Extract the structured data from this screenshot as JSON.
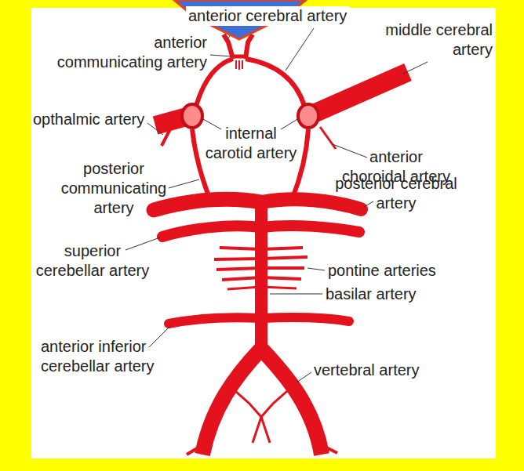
{
  "diagram": {
    "labels": [
      "anterior cerebral artery",
      "anterior communicating artery",
      "middle cerebral artery",
      "opthalmic artery",
      "internal carotid artery",
      "anterior choroidal artery",
      "posterior communicating artery",
      "posterior cerebral artery",
      "superior cerebellar artery",
      "pontine arteries",
      "basilar artery",
      "anterior inferior cerebellar artery",
      "vertebral artery"
    ]
  }
}
